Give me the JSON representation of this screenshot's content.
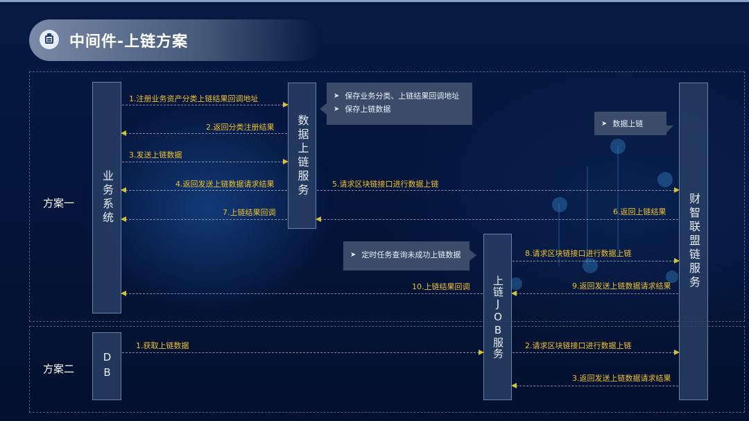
{
  "title": "中间件-上链方案",
  "lanes": {
    "plan1": "方案一",
    "plan2": "方案二"
  },
  "actors": {
    "business": "业务系统",
    "data_service": "数据上链服务",
    "job_service": "上链JOB服务",
    "chain_service": "财智联盟链服务",
    "db": "DB"
  },
  "notes": {
    "data_service": [
      "保存业务分类、上链结果回调地址",
      "保存上链数据"
    ],
    "chain_service": [
      "数据上链"
    ],
    "job_service": [
      "定时任务查询未成功上链数据"
    ]
  },
  "plan1_messages": [
    {
      "label": "1.注册业务资产分类上链结果回调地址",
      "from": "业务系统",
      "to": "数据上链服务"
    },
    {
      "label": "2.返回分类注册结果",
      "from": "数据上链服务",
      "to": "业务系统"
    },
    {
      "label": "3.发送上链数据",
      "from": "业务系统",
      "to": "数据上链服务"
    },
    {
      "label": "4.返回发送上链数据请求结果",
      "from": "数据上链服务",
      "to": "业务系统"
    },
    {
      "label": "5.请求区块链接口进行数据上链",
      "from": "数据上链服务",
      "to": "财智联盟链服务"
    },
    {
      "label": "6.返回上链结果",
      "from": "财智联盟链服务",
      "to": "数据上链服务"
    },
    {
      "label": "7.上链结果回调",
      "from": "数据上链服务",
      "to": "业务系统"
    },
    {
      "label": "8.请求区块链接口进行数据上链",
      "from": "上链JOB服务",
      "to": "财智联盟链服务"
    },
    {
      "label": "9.返回发送上链数据请求结果",
      "from": "财智联盟链服务",
      "to": "上链JOB服务"
    },
    {
      "label": "10.上链结果回调",
      "from": "上链JOB服务",
      "to": "业务系统"
    }
  ],
  "plan2_messages": [
    {
      "label": "1.获取上链数据",
      "from": "DB",
      "to": "上链JOB服务"
    },
    {
      "label": "2.请求区块链接口进行数据上链",
      "from": "上链JOB服务",
      "to": "财智联盟链服务"
    },
    {
      "label": "3.返回发送上链数据请求结果",
      "from": "财智联盟链服务",
      "to": "上链JOB服务"
    }
  ],
  "colors": {
    "background": "#041436",
    "message_label": "#f0c030",
    "arrow_head": "#d6c23a",
    "actor_fill": "#283e64",
    "note_fill": "#3b4c6a"
  }
}
